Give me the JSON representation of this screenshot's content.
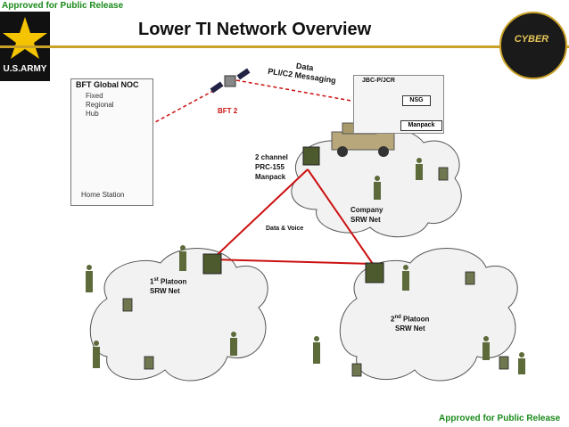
{
  "release_top": "Approved for Public Release",
  "release_bottom": "Approved for Public Release",
  "title": "Lower TI Network Overview",
  "logo_text": "U.S.ARMY",
  "seal_text": "CYBER",
  "noc": {
    "title": "BFT Global NOC",
    "fixed_hub": [
      "Fixed",
      "Regional",
      "Hub"
    ],
    "home_station": "Home  Station"
  },
  "bft2": "BFT 2",
  "link_label": {
    "line1": "Data",
    "line2": "PLI/C2 Messaging"
  },
  "jbc": {
    "title": "JBC-P/JCR",
    "nsg": "NSG",
    "manpack": "Manpack"
  },
  "radio_label": [
    "2 channel",
    "PRC-155",
    "Manpack"
  ],
  "data_voice": "Data & Voice",
  "company_net": [
    "Company",
    "SRW Net"
  ],
  "platoon1": {
    "num": "1",
    "sup": "st",
    "rest": " Platoon",
    "line2": "SRW Net"
  },
  "platoon2": {
    "num": "2",
    "sup": "nd",
    "rest": " Platoon",
    "line2": "SRW Net"
  },
  "colors": {
    "release": "#1a8a1a",
    "link_red": "#cc1111",
    "cloud": "#f2f2f2",
    "gold": "#c9a227"
  }
}
